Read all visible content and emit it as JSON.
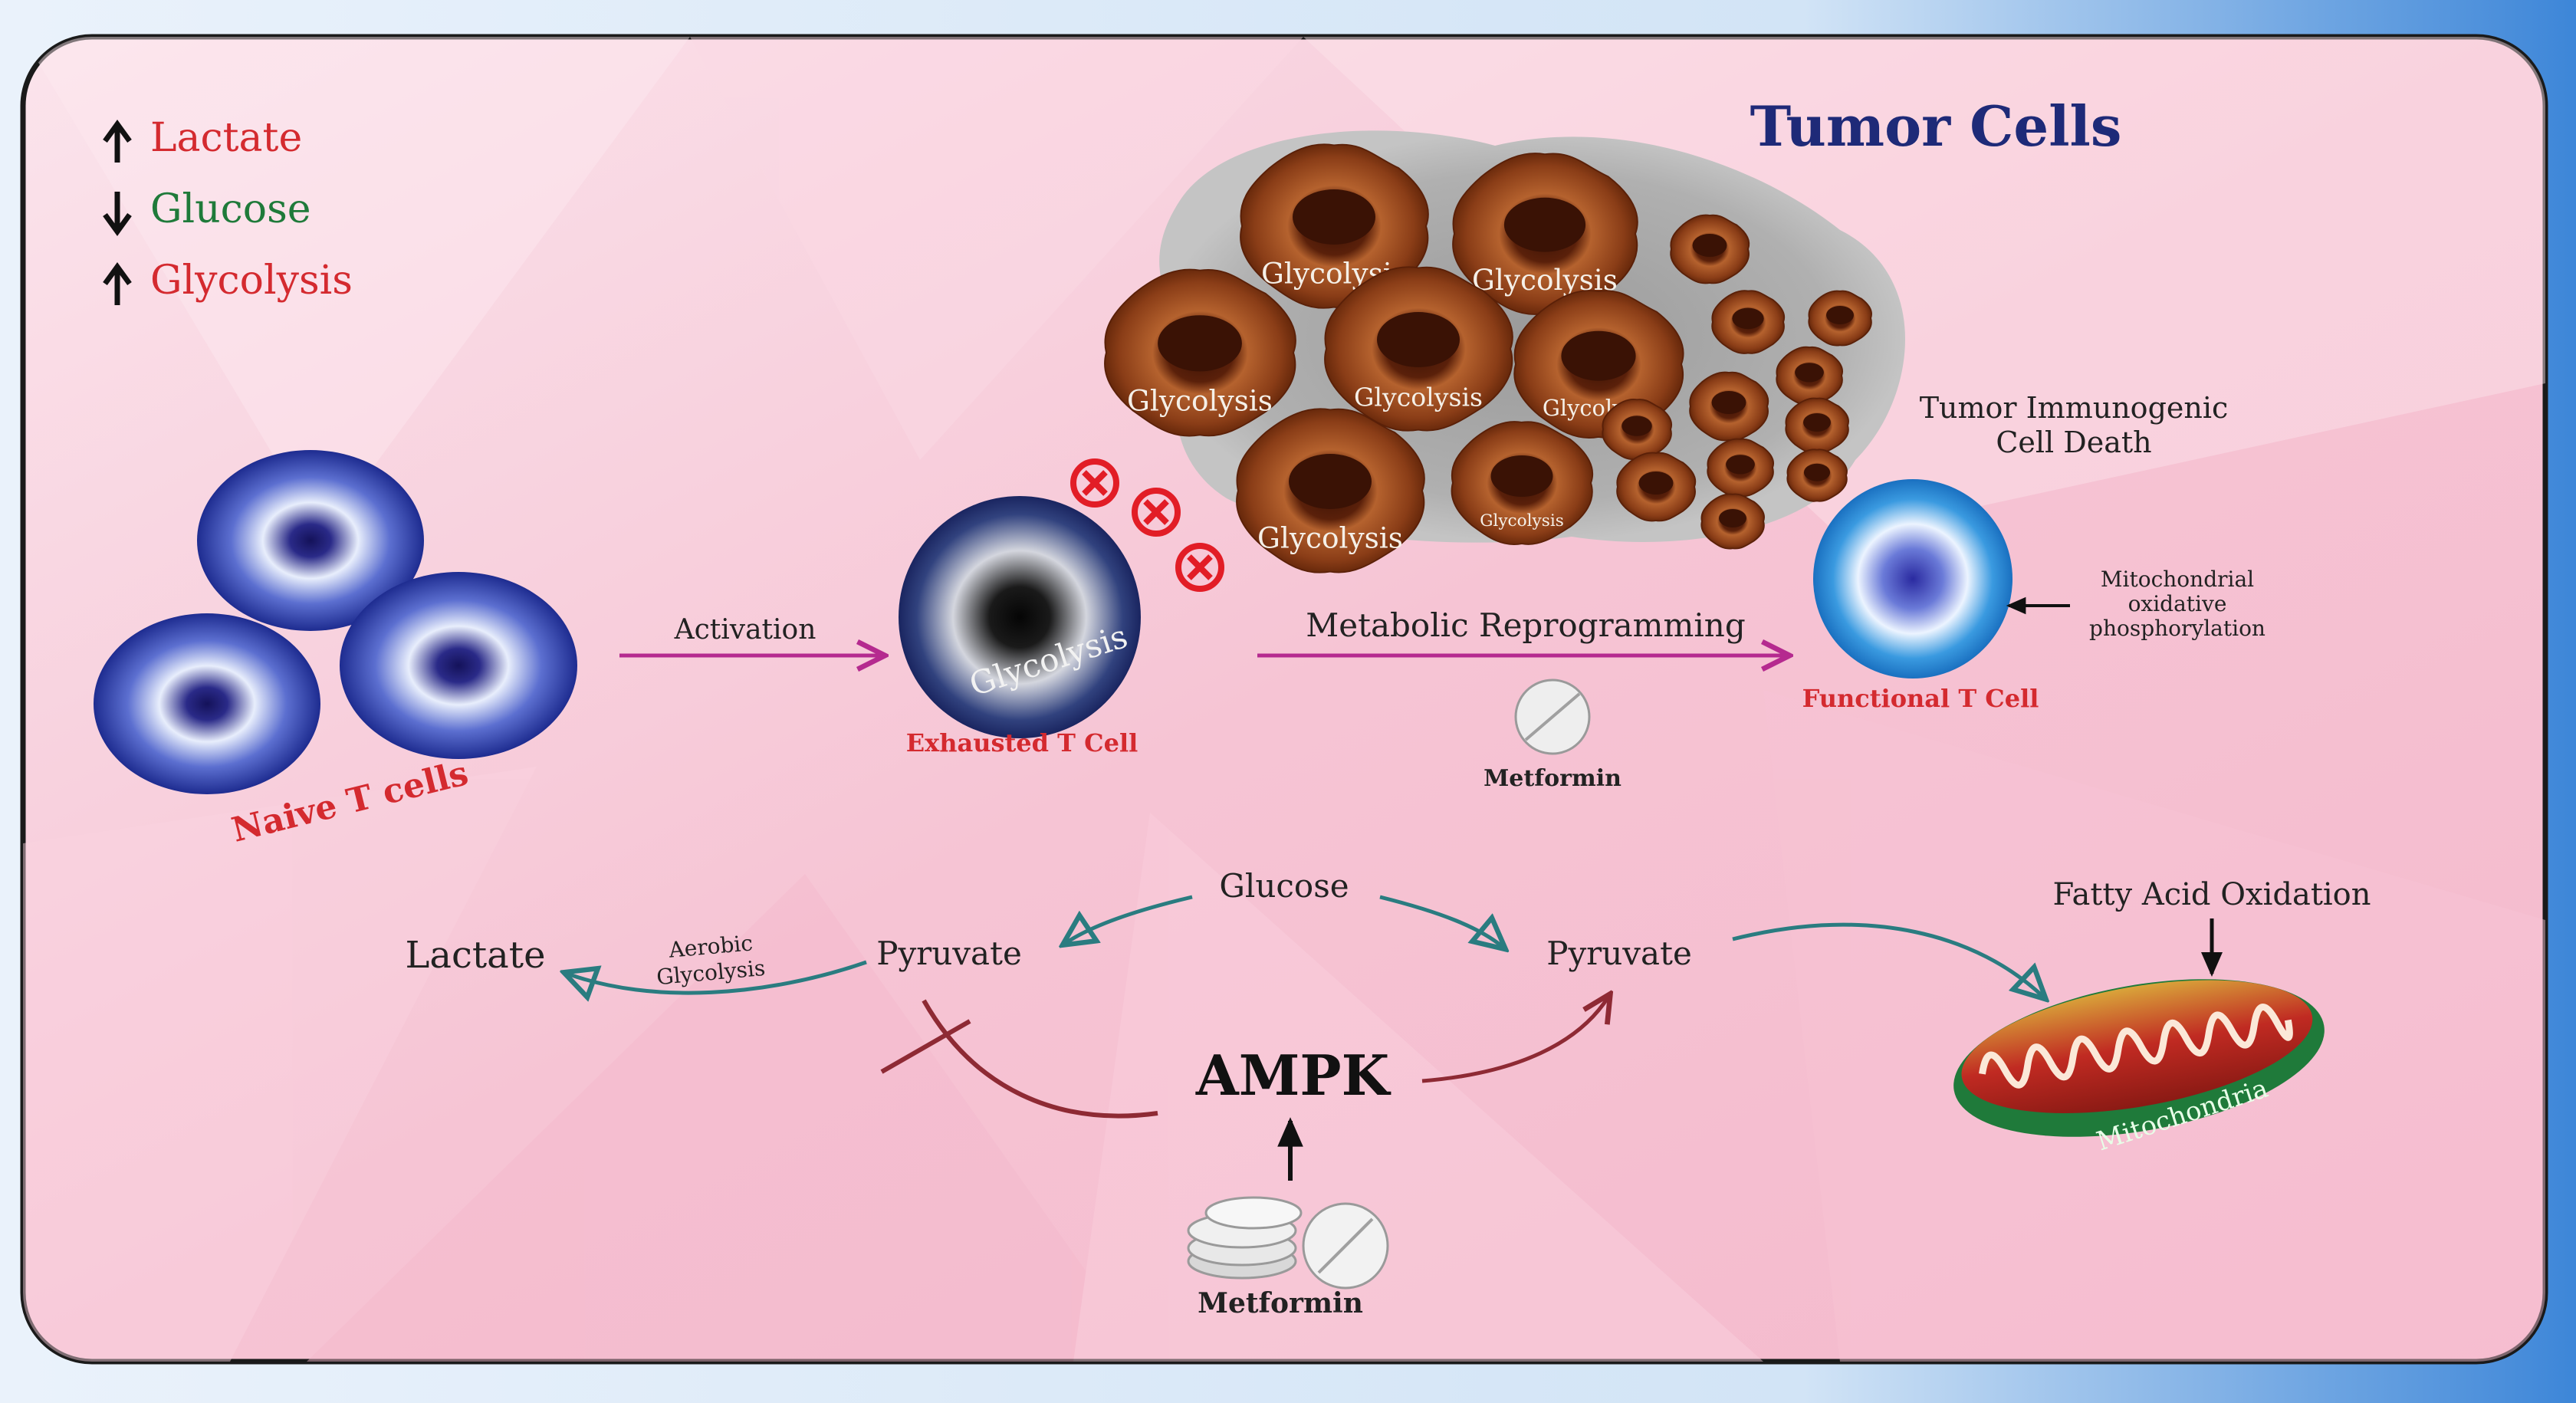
{
  "colors": {
    "red_text": "#d42a2f",
    "green_text": "#1f7a3a",
    "navy_title": "#1e2a78",
    "magenta_arrow": "#b52a8f",
    "teal_arrow": "#2a7c80",
    "maroon_arrow": "#8e2a34",
    "frame_border": "#1a1a1a",
    "bg_pink": "#f7c8d6"
  },
  "legend": {
    "items": [
      {
        "direction": "up",
        "label": "Lactate",
        "color": "#d42a2f"
      },
      {
        "direction": "down",
        "label": "Glucose",
        "color": "#1f7a3a"
      },
      {
        "direction": "up",
        "label": "Glycolysis",
        "color": "#d42a2f"
      }
    ]
  },
  "tumor": {
    "title": "Tumor Cells",
    "cell_label": "Glycolysis"
  },
  "immunogenic": {
    "line1": "Tumor Immunogenic",
    "line2": "Cell Death"
  },
  "naive": {
    "label": "Naive T cells"
  },
  "activation": {
    "label": "Activation"
  },
  "exhausted": {
    "inner_label": "Glycolysis",
    "label": "Exhausted T Cell"
  },
  "reprogramming": {
    "label": "Metabolic Reprogramming"
  },
  "functional": {
    "label": "Functional T Cell"
  },
  "mito_oxphos": {
    "line1": "Mitochondrial",
    "line2": "oxidative",
    "line3": "phosphorylation"
  },
  "metformin_top": {
    "label": "Metformin"
  },
  "pathway": {
    "glucose": "Glucose",
    "pyruvate_left": "Pyruvate",
    "pyruvate_right": "Pyruvate",
    "lactate": "Lactate",
    "aerobic_line1": "Aerobic",
    "aerobic_line2": "Glycolysis",
    "ampk": "AMPK",
    "metformin_bottom": "Metformin",
    "fatty_acid": "Fatty Acid Oxidation",
    "mitochondria": "Mitochondria"
  }
}
